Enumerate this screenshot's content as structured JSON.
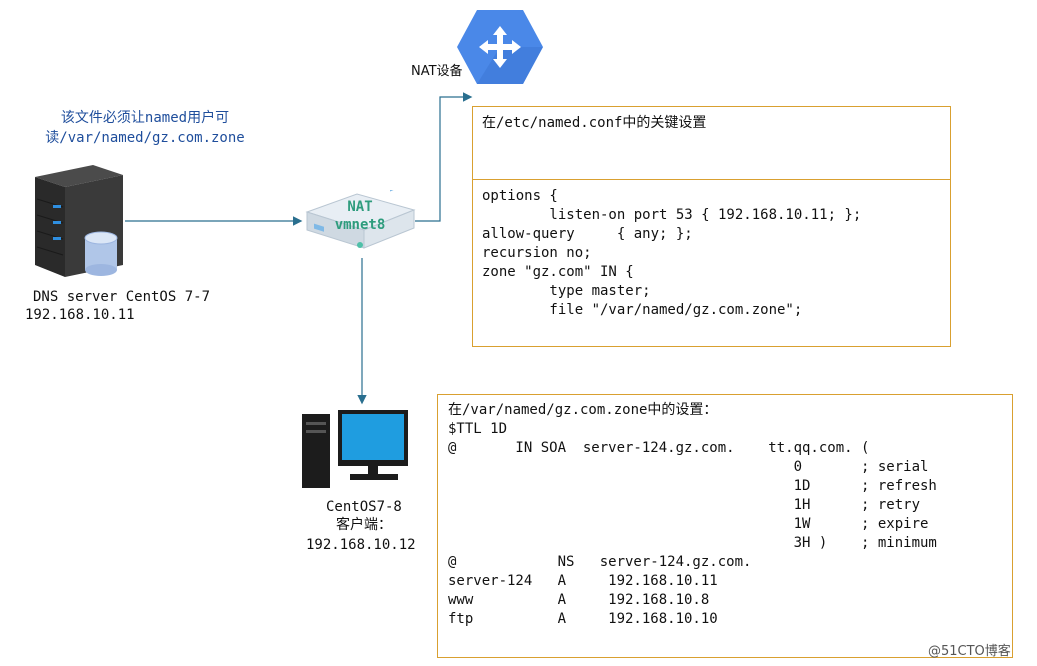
{
  "nat_label": "NAT设备",
  "server_note": [
    "该文件必须让named用户可",
    "读/var/named/gz.com.zone"
  ],
  "server_label": "DNS server CentOS 7-7",
  "server_ip": "192.168.10.11",
  "switch": {
    "line1": "NAT",
    "line2": "vmnet8"
  },
  "client_label": [
    "CentOS7-8",
    "客户端：",
    "192.168.10.12"
  ],
  "named_conf": {
    "title": "在/etc/named.conf中的关键设置",
    "lines": [
      {
        "text": "options {",
        "highlight": false
      },
      {
        "text": "        listen-on port 53 { 192.168.10.11; };",
        "highlight": false
      },
      {
        "text": "allow-query     { any; };",
        "highlight": false
      },
      {
        "text": "recursion no;",
        "highlight": true
      },
      {
        "text": "zone \"gz.com\" IN {",
        "highlight": true
      },
      {
        "text": "        type master;",
        "highlight": true
      },
      {
        "text": "        file \"/var/named/gz.com.zone\";",
        "highlight": true
      }
    ]
  },
  "zone_file": {
    "title": "在/var/named/gz.com.zone中的设置：",
    "lines": [
      "$TTL 1D",
      "@       IN SOA  server-124.gz.com.    tt.qq.com. (",
      "                                         0       ; serial",
      "                                         1D      ; refresh",
      "                                         1H      ; retry",
      "                                         1W      ; expire",
      "                                         3H )    ; minimum",
      "@            NS   server-124.gz.com.",
      "server-124   A     192.168.10.11",
      "www          A     192.168.10.8",
      "ftp          A     192.168.10.10"
    ]
  },
  "watermark": "@51CTO博客",
  "colors": {
    "box_border": "#d9a030",
    "line": "#2a6f8f",
    "router": "#4a88e8",
    "highlight_text": "#1f4e9c"
  }
}
